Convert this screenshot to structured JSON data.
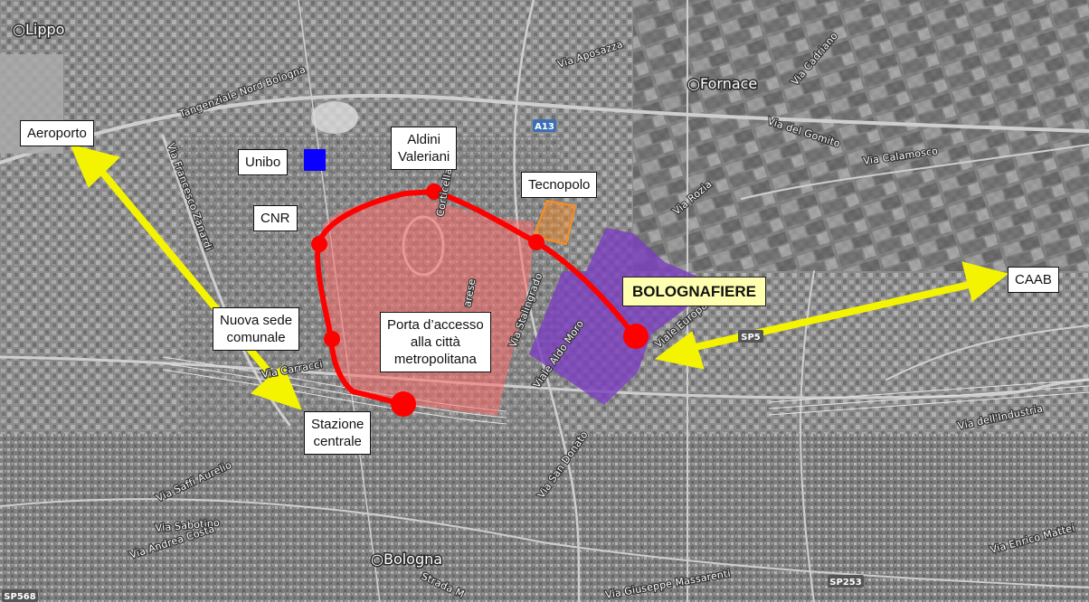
{
  "labels": {
    "aeroporto": "Aeroporto",
    "unibo": "Unibo",
    "aldini": "Aldini\nValeriani",
    "tecnopolo": "Tecnopolo",
    "cnr": "CNR",
    "nuova_sede": "Nuova sede\ncomunale",
    "porta": "Porta d’accesso\nalla città\nmetropolitana",
    "stazione": "Stazione\ncentrale",
    "bolognafiere": "BOLOGNAFIERE",
    "caab": "CAAB"
  },
  "basemap": {
    "places": {
      "lippo": "Lippo",
      "fornace": "Fornace",
      "bologna": "Bologna"
    },
    "streets": {
      "tangenziale": "Tangenziale Nord Bologna",
      "aposazza": "Via Aposazza",
      "cadriano": "Via Cadriano",
      "gomito": "Via del Gomito",
      "calamosco": "Via Calamosco",
      "zanardi": "Via Francesco Zanardi",
      "rozia": "Via Rozia",
      "stalingrado": "Via Stalingrado",
      "europa": "Viale Europa",
      "aldo_moro": "Viale Aldo Moro",
      "san_donato": "Via San Donato",
      "industria": "Via dell'Industria",
      "saffi": "Via Saffi Aurelio",
      "sabotino": "Via Sabotino",
      "andrea_costa": "Via Andrea Costa",
      "strada": "Strada M",
      "massarenti": "Via Giuseppe Massarenti",
      "enrico_mattei": "Via Enrico Mattei",
      "carracci": "Via Carracci",
      "corticella": "Corticella",
      "arese": "arese",
      "shield_a13": "A13",
      "shield_sp5": "SP5",
      "shield_sp253": "SP253",
      "shield_sp568": "SP568"
    }
  },
  "colors": {
    "route": "#ff0000",
    "center_area": "#ff6b6b",
    "fair_area": "#7a3fc0",
    "tecnopolo_area": "#ff8c1a",
    "unibo_marker": "#0a00ff",
    "arrows": "#f4f400",
    "highlight_box": "#ffffb0"
  }
}
